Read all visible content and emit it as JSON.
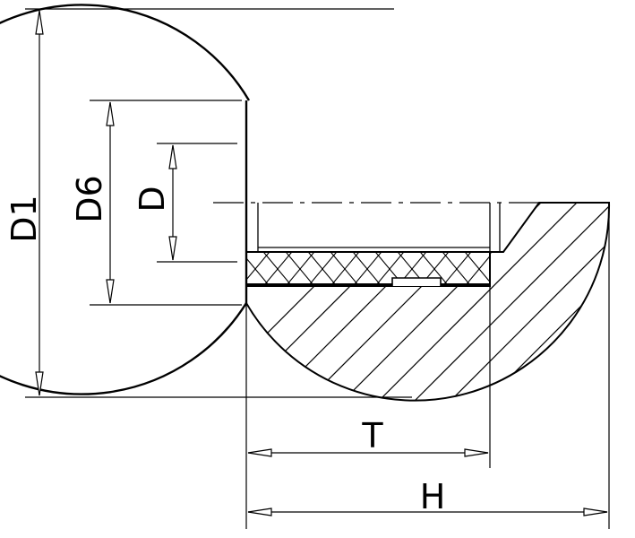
{
  "drawing": {
    "colors": {
      "line": "#000000",
      "background": "#ffffff"
    },
    "dimensions": {
      "D1": "D1",
      "D6": "D6",
      "D": "D",
      "T": "T",
      "H": "H"
    }
  }
}
